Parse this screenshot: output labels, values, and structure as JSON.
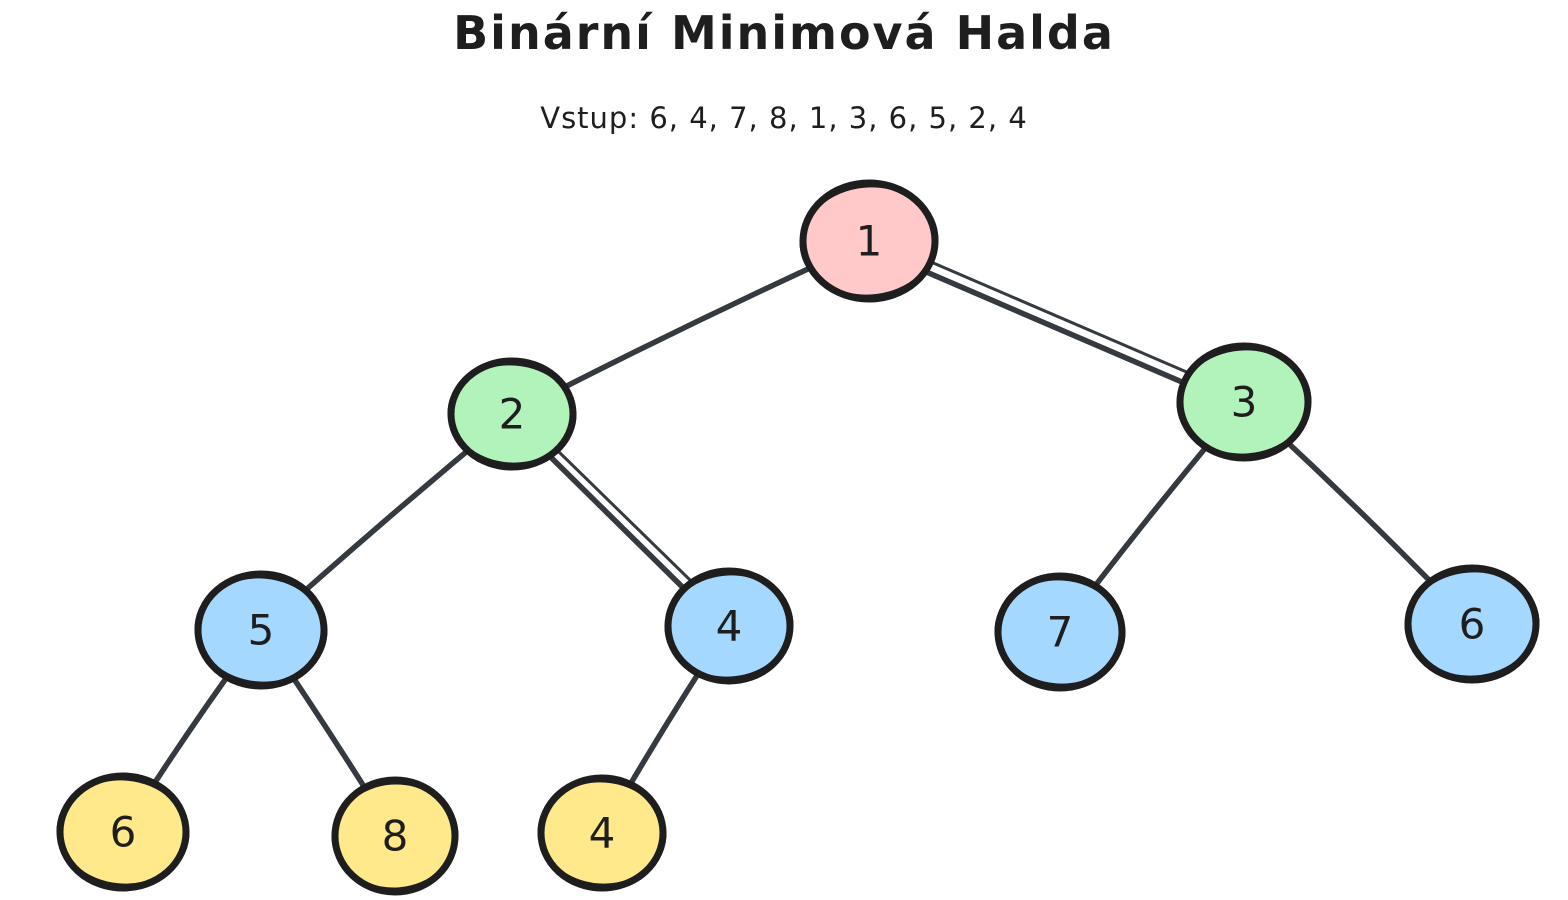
{
  "title": "Binární Minimová Halda",
  "subtitle": "Vstup: 6, 4, 7, 8, 1, 3, 6, 5, 2, 4",
  "heap": {
    "input_sequence": [
      6,
      4,
      7,
      8,
      1,
      3,
      6,
      5,
      2,
      4
    ],
    "nodes": [
      {
        "value": "1",
        "level": 0,
        "role": "root",
        "fill": "#ffc9c9"
      },
      {
        "value": "2",
        "level": 1,
        "role": "left-child",
        "fill": "#b2f2bb"
      },
      {
        "value": "3",
        "level": 1,
        "role": "right-child",
        "fill": "#b2f2bb"
      },
      {
        "value": "5",
        "level": 2,
        "role": "internal",
        "fill": "#a5d8ff"
      },
      {
        "value": "4",
        "level": 2,
        "role": "internal",
        "fill": "#a5d8ff"
      },
      {
        "value": "7",
        "level": 2,
        "role": "leaf",
        "fill": "#a5d8ff"
      },
      {
        "value": "6",
        "level": 2,
        "role": "leaf",
        "fill": "#a5d8ff"
      },
      {
        "value": "6",
        "level": 3,
        "role": "leaf",
        "fill": "#ffe98a"
      },
      {
        "value": "8",
        "level": 3,
        "role": "leaf",
        "fill": "#ffe98a"
      },
      {
        "value": "4",
        "level": 3,
        "role": "leaf",
        "fill": "#ffe98a"
      }
    ],
    "edges": [
      {
        "from_index": 0,
        "to_index": 1,
        "from": "1",
        "to": "2",
        "style": "single"
      },
      {
        "from_index": 0,
        "to_index": 2,
        "from": "1",
        "to": "3",
        "style": "double"
      },
      {
        "from_index": 1,
        "to_index": 3,
        "from": "2",
        "to": "5",
        "style": "single"
      },
      {
        "from_index": 1,
        "to_index": 4,
        "from": "2",
        "to": "4",
        "style": "double"
      },
      {
        "from_index": 2,
        "to_index": 5,
        "from": "3",
        "to": "7",
        "style": "single"
      },
      {
        "from_index": 2,
        "to_index": 6,
        "from": "3",
        "to": "6",
        "style": "single"
      },
      {
        "from_index": 3,
        "to_index": 7,
        "from": "5",
        "to": "6",
        "style": "single"
      },
      {
        "from_index": 3,
        "to_index": 8,
        "from": "5",
        "to": "8",
        "style": "single"
      },
      {
        "from_index": 4,
        "to_index": 9,
        "from": "4",
        "to": "4",
        "style": "single"
      }
    ]
  },
  "colors": {
    "background": "#ffffff",
    "text": "#1e1e1e",
    "node_stroke": "#1e1e1e",
    "edge_stroke": "#343a40",
    "root_fill": "#ffc9c9",
    "level1_fill": "#b2f2bb",
    "level2_fill": "#a5d8ff",
    "leaf_fill": "#ffe98a"
  }
}
